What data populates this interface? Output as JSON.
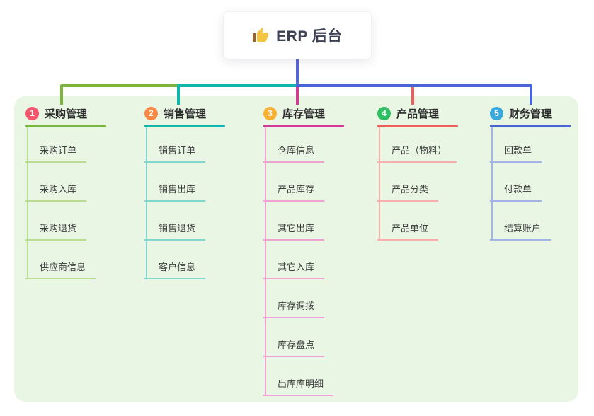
{
  "root": {
    "title": "ERP 后台",
    "icon": "thumbs-up-icon"
  },
  "colors": {
    "panel_bg": "#e9f6e4",
    "stem": "#5567d5",
    "card_bg": "#ffffff",
    "root_text": "#3c4254",
    "branch_text": "#2d2d2d",
    "child_text": "#3d3d3d",
    "thumb_hand": "#f6c443",
    "thumb_cuff": "#9c6126"
  },
  "branches": [
    {
      "number": "1",
      "label": "采购管理",
      "badge_color": "#f4566c",
      "line_color": "#7cb43d",
      "light_color": "#b9dc92",
      "children": [
        "采购订单",
        "采购入库",
        "采购退货",
        "供应商信息"
      ]
    },
    {
      "number": "2",
      "label": "销售管理",
      "badge_color": "#f98942",
      "line_color": "#0fb6ab",
      "light_color": "#82d7cf",
      "children": [
        "销售订单",
        "销售出库",
        "销售退货",
        "客户信息"
      ]
    },
    {
      "number": "3",
      "label": "库存管理",
      "badge_color": "#f8b033",
      "line_color": "#d13b90",
      "light_color": "#f0a2d3",
      "children": [
        "仓库信息",
        "产品库存",
        "其它出库",
        "其它入库",
        "库存调拨",
        "库存盘点",
        "出库库明细"
      ]
    },
    {
      "number": "4",
      "label": "产品管理",
      "badge_color": "#2ebf63",
      "line_color": "#f15b5e",
      "light_color": "#f8aeac",
      "children": [
        "产品（物料）",
        "产品分类",
        "产品单位"
      ]
    },
    {
      "number": "5",
      "label": "财务管理",
      "badge_color": "#38a9dd",
      "line_color": "#4b64d3",
      "light_color": "#a3b5e6",
      "children": [
        "回款单",
        "付款单",
        "结算账户"
      ]
    }
  ]
}
